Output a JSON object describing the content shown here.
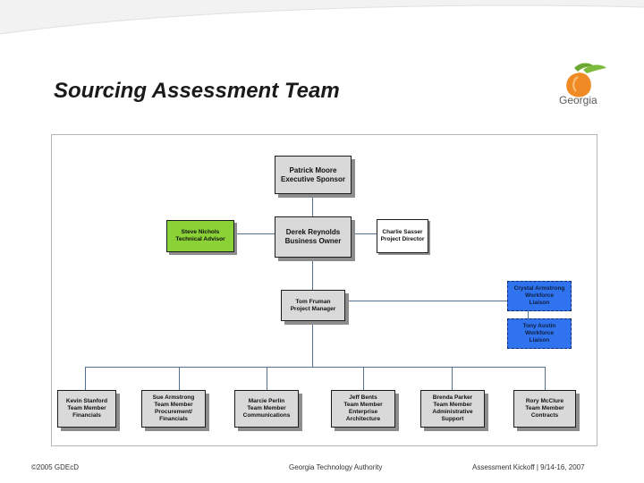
{
  "slide": {
    "title": "Sourcing Assessment Team",
    "logo_text": "Georgia"
  },
  "org_chart": {
    "executive": {
      "name": "Patrick Moore",
      "role": "Executive Sponsor"
    },
    "advisor": {
      "name": "Steve Nichols",
      "role": "Technical Advisor"
    },
    "owner": {
      "name": "Derek Reynolds",
      "role": "Business Owner"
    },
    "director": {
      "name": "Charlie Sasser",
      "role": "Project Director"
    },
    "manager": {
      "name": "Tom Fruman",
      "role": "Project Manager"
    },
    "liaisons": [
      {
        "name": "Crystal Armstrong",
        "role": "Workforce",
        "role2": "Liaison"
      },
      {
        "name": "Tony Austin",
        "role": "Workforce",
        "role2": "Liaison"
      }
    ],
    "members": [
      {
        "name": "Kevin Stanford",
        "role": "Team Member",
        "area": "Financials",
        "area2": ""
      },
      {
        "name": "Sue Armstrong",
        "role": "Team Member",
        "area": "Procurement/",
        "area2": "Financials"
      },
      {
        "name": "Marcie Perlin",
        "role": "Team Member",
        "area": "Communications",
        "area2": ""
      },
      {
        "name": "Jeff Bents",
        "role": "Team Member",
        "area": "Enterprise",
        "area2": "Architecture"
      },
      {
        "name": "Brenda Parker",
        "role": "Team Member",
        "area": "Administrative",
        "area2": "Support"
      },
      {
        "name": "Rory McClure",
        "role": "Team Member",
        "area": "Contracts",
        "area2": ""
      }
    ]
  },
  "footer": {
    "copyright": "©2005 GDEcD",
    "center": "Georgia Technology Authority",
    "right": "Assessment Kickoff | 9/14-16, 2007"
  },
  "colors": {
    "advisor_box": "#8ad235",
    "liaison_box": "#2f74ee",
    "leader_box": "#d9d9d9",
    "connector": "#55708e"
  }
}
